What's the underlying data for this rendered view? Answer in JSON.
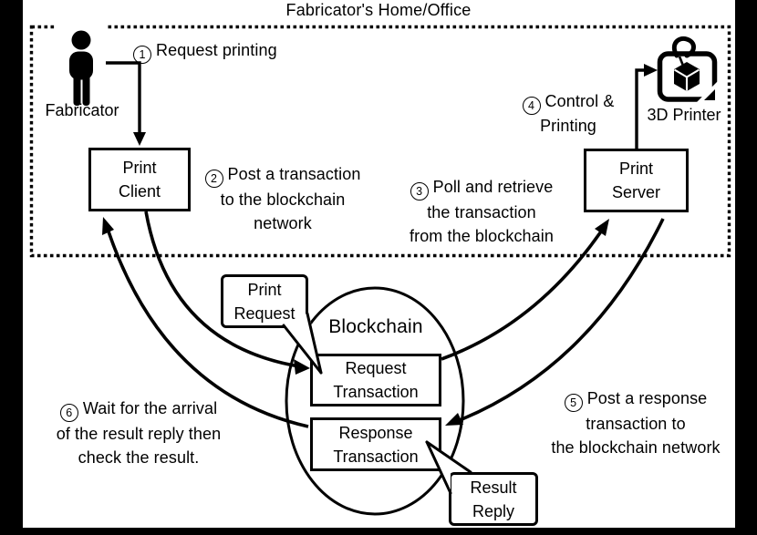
{
  "page": {
    "title": "Fabricator's Home/Office"
  },
  "nodes": {
    "fabricator_label": "Fabricator",
    "printer_label": "3D Printer",
    "print_client": {
      "line1": "Print",
      "line2": "Client"
    },
    "print_server": {
      "line1": "Print",
      "line2": "Server"
    },
    "blockchain_label": "Blockchain",
    "request_tx": {
      "line1": "Request",
      "line2": "Transaction"
    },
    "response_tx": {
      "line1": "Response",
      "line2": "Transaction"
    },
    "print_request": {
      "line1": "Print",
      "line2": "Request"
    },
    "result_reply": {
      "line1": "Result",
      "line2": "Reply"
    }
  },
  "steps": {
    "s1": {
      "num": "1",
      "line1": "Request printing"
    },
    "s2": {
      "num": "2",
      "line1": "Post a transaction",
      "line2": "to the blockchain",
      "line3": "network"
    },
    "s3": {
      "num": "3",
      "line1": "Poll and retrieve",
      "line2": "the transaction",
      "line3": "from the blockchain"
    },
    "s4": {
      "num": "4",
      "line1": "Control &",
      "line2": "Printing"
    },
    "s5": {
      "num": "5",
      "line1": "Post a response",
      "line2": "transaction to",
      "line3": "the blockchain network"
    },
    "s6": {
      "num": "6",
      "line1": "Wait for the arrival",
      "line2": "of the result reply then",
      "line3": "check the result."
    }
  },
  "colors": {
    "ink": "#000000",
    "paper": "#ffffff",
    "matte": "#000000"
  }
}
